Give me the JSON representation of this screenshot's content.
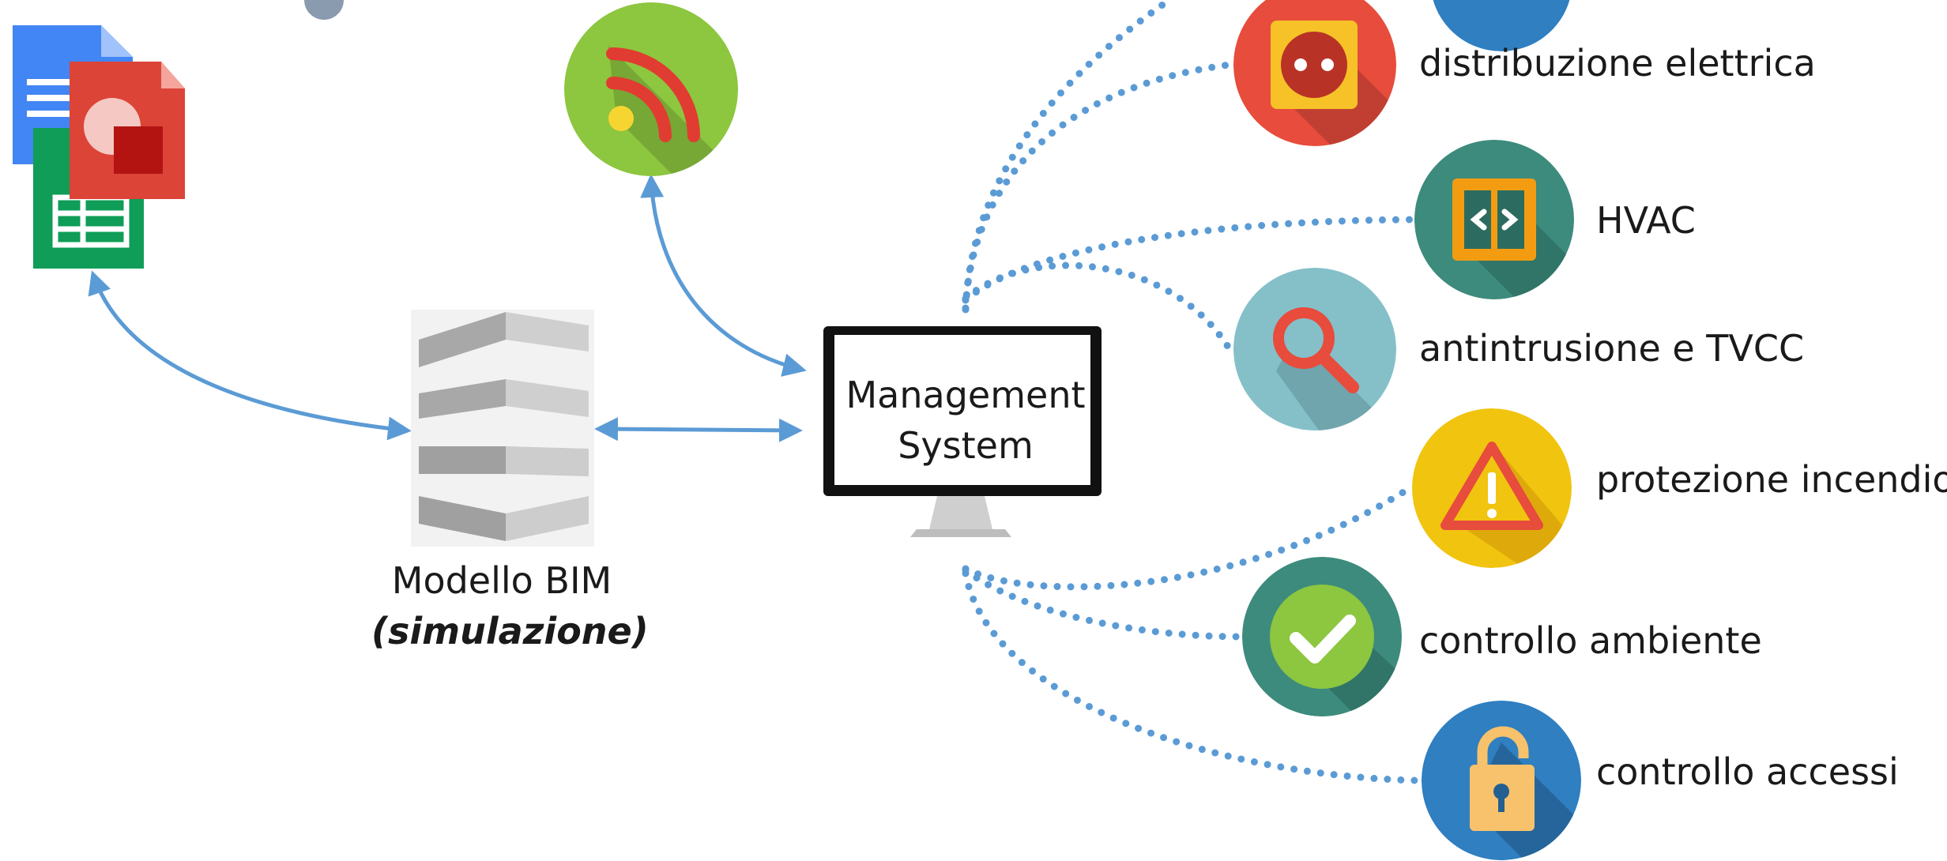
{
  "colors": {
    "arrow": "#5b9bd5",
    "dots": "#5b9bd5",
    "monitor_frame": "#111111",
    "rss_bg": "#8dc63f",
    "elec_bg": "#e74c3c",
    "hvac_bg": "#3d8b7d",
    "search_bg": "#7fb9c3",
    "fire_bg": "#f1c40f",
    "env_bg": "#3d8b7d",
    "access_bg": "#2f7fc1"
  },
  "center": {
    "line1": "Management",
    "line2": "System"
  },
  "bim": {
    "title": "Modello BIM",
    "subtitle": "(simulazione)"
  },
  "systems": [
    {
      "label": "distribuzione elettrica",
      "icon": "power-socket-icon"
    },
    {
      "label": "HVAC",
      "icon": "hvac-vent-icon"
    },
    {
      "label": "antintrusione e TVCC",
      "icon": "magnifier-icon"
    },
    {
      "label": "protezione incendio",
      "icon": "warning-triangle-icon"
    },
    {
      "label": "controllo ambiente",
      "icon": "checkmark-icon"
    },
    {
      "label": "controllo accessi",
      "icon": "padlock-icon"
    }
  ],
  "left_icons": [
    "docs-stack-icon",
    "rss-feed-icon",
    "bim-model-icon",
    "monitor-icon"
  ]
}
